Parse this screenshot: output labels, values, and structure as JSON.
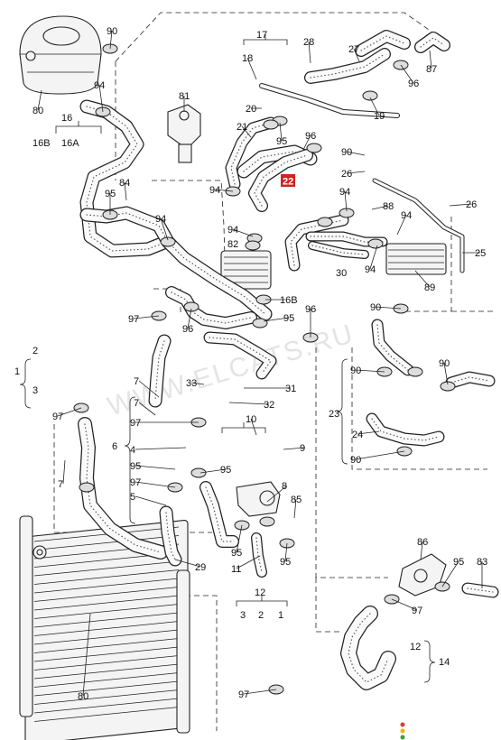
{
  "diagram": {
    "highlight_label": "22",
    "watermark": "WWW.ELCATS.RU",
    "labels": [
      {
        "id": "90-top",
        "text": "90"
      },
      {
        "id": "80-tank",
        "text": "80"
      },
      {
        "id": "94-a",
        "text": "94"
      },
      {
        "id": "16",
        "text": "16"
      },
      {
        "id": "16B",
        "text": "16B"
      },
      {
        "id": "16A",
        "text": "16A"
      },
      {
        "id": "81",
        "text": "81"
      },
      {
        "id": "17",
        "text": "17"
      },
      {
        "id": "18",
        "text": "18"
      },
      {
        "id": "28",
        "text": "28"
      },
      {
        "id": "27",
        "text": "27"
      },
      {
        "id": "87",
        "text": "87"
      },
      {
        "id": "96-a",
        "text": "96"
      },
      {
        "id": "20",
        "text": "20"
      },
      {
        "id": "19",
        "text": "19"
      },
      {
        "id": "21",
        "text": "21"
      },
      {
        "id": "95-a",
        "text": "95"
      },
      {
        "id": "96-b",
        "text": "96"
      },
      {
        "id": "90-b",
        "text": "90"
      },
      {
        "id": "26-a",
        "text": "26"
      },
      {
        "id": "94-b",
        "text": "94"
      },
      {
        "id": "95-b",
        "text": "95"
      },
      {
        "id": "84",
        "text": "84"
      },
      {
        "id": "94-c",
        "text": "94"
      },
      {
        "id": "94-d",
        "text": "94"
      },
      {
        "id": "94-e",
        "text": "94"
      },
      {
        "id": "82",
        "text": "82"
      },
      {
        "id": "88",
        "text": "88"
      },
      {
        "id": "94-f",
        "text": "94"
      },
      {
        "id": "26-b",
        "text": "26"
      },
      {
        "id": "25",
        "text": "25"
      },
      {
        "id": "30",
        "text": "30"
      },
      {
        "id": "94-g",
        "text": "94"
      },
      {
        "id": "89",
        "text": "89"
      },
      {
        "id": "16B-b",
        "text": "16B"
      },
      {
        "id": "97-a",
        "text": "97"
      },
      {
        "id": "96-c",
        "text": "96"
      },
      {
        "id": "95-c",
        "text": "95"
      },
      {
        "id": "96-d",
        "text": "96"
      },
      {
        "id": "90-c",
        "text": "90"
      },
      {
        "id": "2-a",
        "text": "2"
      },
      {
        "id": "1-a",
        "text": "1"
      },
      {
        "id": "3-a",
        "text": "3"
      },
      {
        "id": "97-b",
        "text": "97"
      },
      {
        "id": "7-a",
        "text": "7"
      },
      {
        "id": "33",
        "text": "33"
      },
      {
        "id": "31",
        "text": "31"
      },
      {
        "id": "32",
        "text": "32"
      },
      {
        "id": "90-d",
        "text": "90"
      },
      {
        "id": "90-e",
        "text": "90"
      },
      {
        "id": "23",
        "text": "23"
      },
      {
        "id": "24",
        "text": "24"
      },
      {
        "id": "90-f",
        "text": "90"
      },
      {
        "id": "7-b",
        "text": "7"
      },
      {
        "id": "97-c",
        "text": "97"
      },
      {
        "id": "10",
        "text": "10"
      },
      {
        "id": "9",
        "text": "9"
      },
      {
        "id": "6",
        "text": "6"
      },
      {
        "id": "4",
        "text": "4"
      },
      {
        "id": "95-d",
        "text": "95"
      },
      {
        "id": "97-d",
        "text": "97"
      },
      {
        "id": "95-e",
        "text": "95"
      },
      {
        "id": "5",
        "text": "5"
      },
      {
        "id": "8",
        "text": "8"
      },
      {
        "id": "85",
        "text": "85"
      },
      {
        "id": "7-c",
        "text": "7"
      },
      {
        "id": "29",
        "text": "29"
      },
      {
        "id": "95-f",
        "text": "95"
      },
      {
        "id": "95-g",
        "text": "95"
      },
      {
        "id": "11",
        "text": "11"
      },
      {
        "id": "86",
        "text": "86"
      },
      {
        "id": "95-h",
        "text": "95"
      },
      {
        "id": "83",
        "text": "83"
      },
      {
        "id": "97-e",
        "text": "97"
      },
      {
        "id": "12-a",
        "text": "12"
      },
      {
        "id": "3-b",
        "text": "3"
      },
      {
        "id": "2-b",
        "text": "2"
      },
      {
        "id": "1-b",
        "text": "1"
      },
      {
        "id": "12-b",
        "text": "12"
      },
      {
        "id": "14",
        "text": "14"
      },
      {
        "id": "80-rad",
        "text": "80"
      },
      {
        "id": "97-f",
        "text": "97"
      }
    ]
  }
}
